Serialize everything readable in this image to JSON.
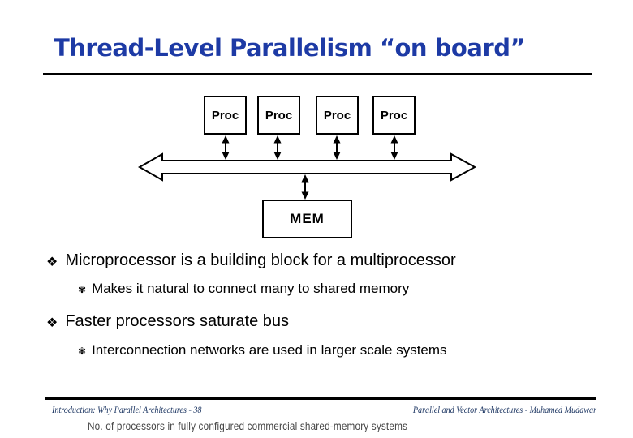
{
  "slide": {
    "title": "Thread-Level Parallelism “on board”"
  },
  "diagram": {
    "proc_labels": [
      "Proc",
      "Proc",
      "Proc",
      "Proc"
    ],
    "mem_label": "MEM"
  },
  "bullets": [
    {
      "marker": "❖",
      "text": "Microprocessor is a building block for a multiprocessor",
      "sub": [
        {
          "marker": "✾",
          "text": "Makes it natural to connect many to shared memory"
        }
      ]
    },
    {
      "marker": "❖",
      "text": "Faster processors saturate bus",
      "sub": [
        {
          "marker": "✾",
          "text": "Interconnection networks are used in larger scale systems"
        }
      ]
    }
  ],
  "footer": {
    "left": "Introduction: Why Parallel Architectures - 38",
    "right": "Parallel and Vector Architectures - Muhamed Mudawar"
  },
  "caption": "No. of processors in fully configured commercial shared-memory systems",
  "colors": {
    "title": "#1d3aa5",
    "footer_text": "#1f3864",
    "caption_text": "#474747",
    "line": "#000000"
  }
}
